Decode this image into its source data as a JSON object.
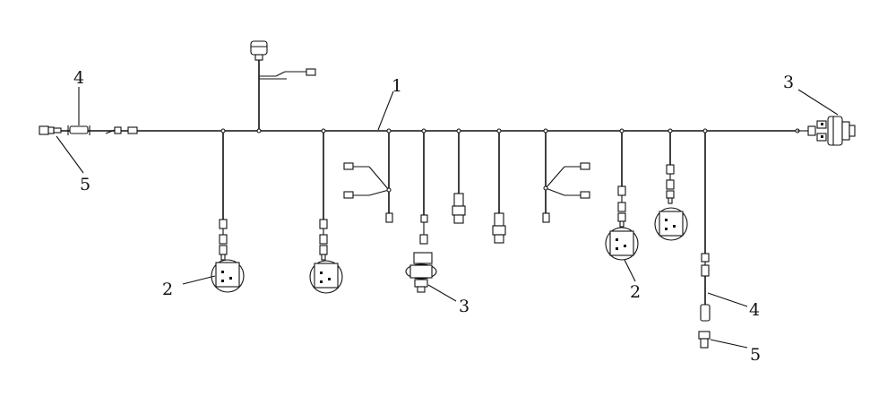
{
  "diagram": {
    "callouts": [
      {
        "id": "c1",
        "text": "1"
      },
      {
        "id": "c2a",
        "text": "2"
      },
      {
        "id": "c2b",
        "text": "2"
      },
      {
        "id": "c3a",
        "text": "3"
      },
      {
        "id": "c3b",
        "text": "3"
      },
      {
        "id": "c4a",
        "text": "4"
      },
      {
        "id": "c4b",
        "text": "4"
      },
      {
        "id": "c5a",
        "text": "5"
      },
      {
        "id": "c5b",
        "text": "5"
      }
    ]
  }
}
